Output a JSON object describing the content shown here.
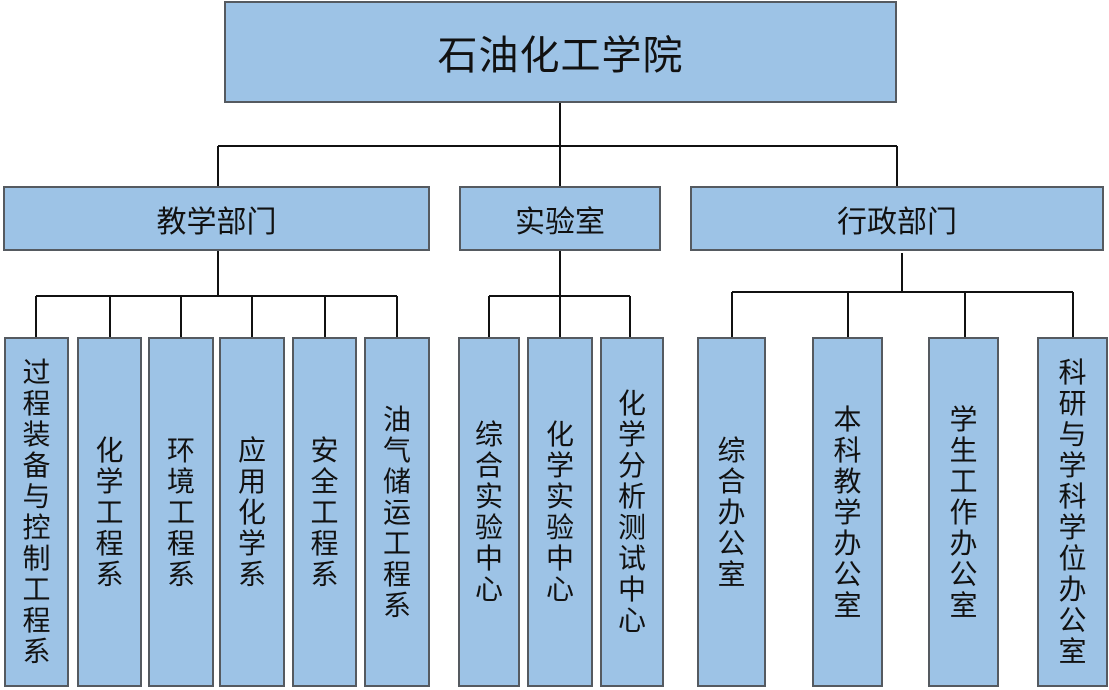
{
  "root": {
    "label": "石油化工学院"
  },
  "branches": [
    {
      "label": "教学部门",
      "children": [
        "过程装备与控制工程系",
        "化学工程系",
        "环境工程系",
        "应用化学系",
        "安全工程系",
        "油气储运工程系"
      ]
    },
    {
      "label": "实验室",
      "children": [
        "综合实验中心",
        "化学实验中心",
        "化学分析测试中心"
      ]
    },
    {
      "label": "行政部门",
      "children": [
        "综合办公室",
        "本科教学办公室",
        "学生工作办公室",
        "科研与学科学位办公室"
      ]
    }
  ]
}
